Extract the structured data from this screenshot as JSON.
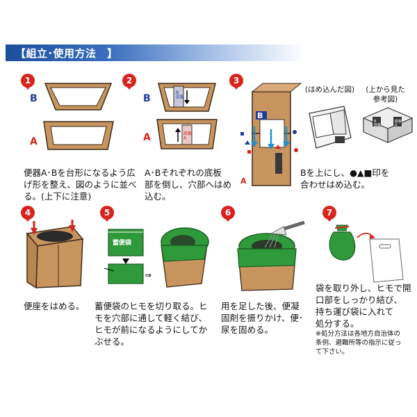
{
  "header": {
    "title": "【組立･使用方法　】"
  },
  "steps": [
    {
      "num": "1",
      "caption": "便器A･Bを台形になるよう広\nげ形を整え、図のように並べ\nる。(上下に注意)",
      "labels": {
        "b": "B",
        "a": "A"
      }
    },
    {
      "num": "2",
      "caption": "A･Bそれぞれの底板\n部を倒し、穴部へはめ\n込む。",
      "labels": {
        "b": "B",
        "a": "A",
        "b_panel": "B\n底板",
        "a_panel": "底板\nA"
      }
    },
    {
      "num": "3",
      "caption": "Bを上にし、●▲■印を\n合わせはめ込む。",
      "labels": {
        "b": "B",
        "a": "A",
        "ref1": "(はめ込んだ図)",
        "ref2": "(上から見た\n参考図)",
        "ref_b": "B\n底板",
        "ref_a": "底板\nA"
      }
    },
    {
      "num": "4",
      "caption": "便座をはめる。"
    },
    {
      "num": "5",
      "caption": "蓄便袋のヒモを切り取る。ヒ\nモを穴部に通して軽く結び、\nヒモが前になるようにしてか\nぶせる。",
      "labels": {
        "bag": "蓄便袋"
      }
    },
    {
      "num": "6",
      "caption": "用を足した後、便凝\n固剤を振りかけ、便･\n尿を固める。"
    },
    {
      "num": "7",
      "caption": "袋を取り外し、ヒモで開\n口部をしっかり結び、\n持ち運び袋に入れて\n処分する。"
    }
  ],
  "note": "※処分方法は各地方自治体の\n条例、避難所等の指示に従っ\nて下さい。",
  "colors": {
    "cardboard": "#c9955e",
    "green": "#2f9a3a",
    "red": "#d9231d",
    "blue": "#1d3d9a"
  }
}
